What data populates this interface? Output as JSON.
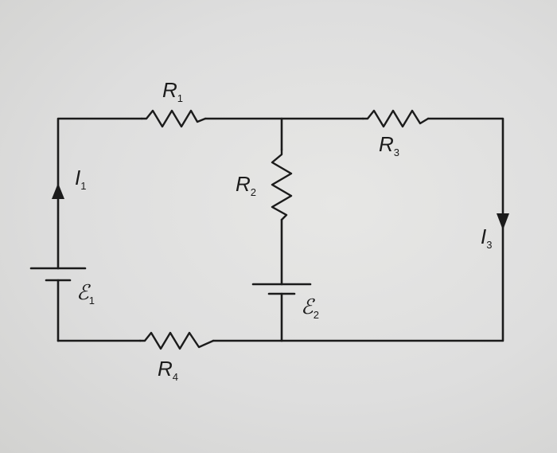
{
  "diagram": {
    "labels": {
      "r1": {
        "main": "R",
        "sub": "1"
      },
      "r2": {
        "main": "R",
        "sub": "2"
      },
      "r3": {
        "main": "R",
        "sub": "3"
      },
      "r4": {
        "main": "R",
        "sub": "4"
      },
      "i1": {
        "main": "I",
        "sub": "1"
      },
      "i3": {
        "main": "I",
        "sub": "3"
      },
      "e1": {
        "main": "ℰ",
        "sub": "1"
      },
      "e2": {
        "main": "ℰ",
        "sub": "2"
      }
    },
    "colors": {
      "ink": "#1b1b1b",
      "paper": "#dedede"
    }
  }
}
